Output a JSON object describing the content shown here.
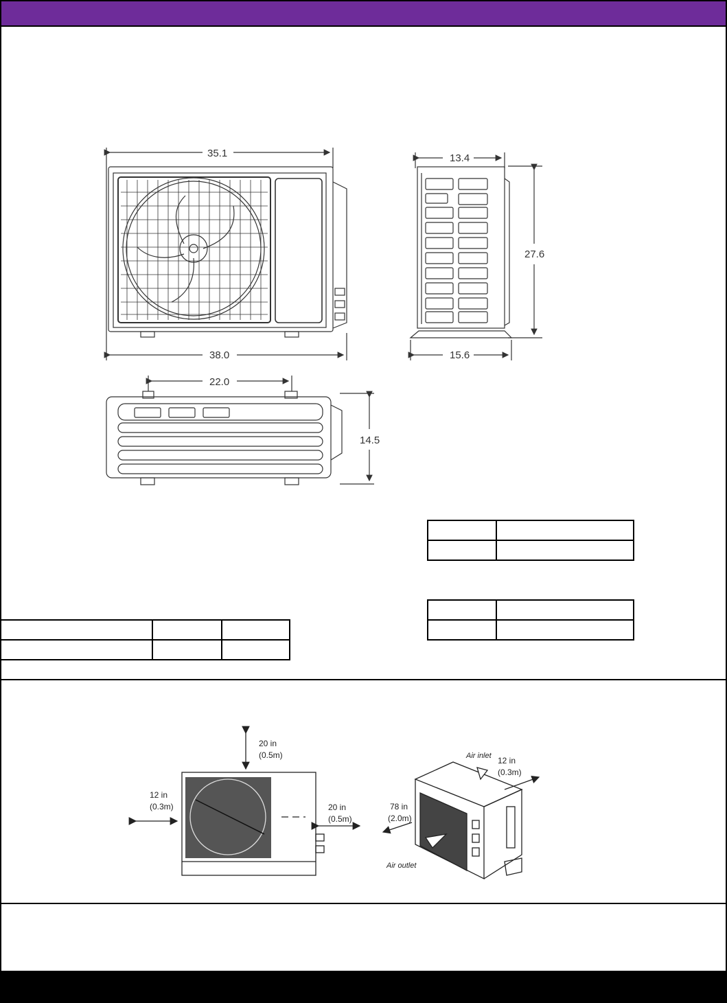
{
  "header": {
    "color": "#6e2c9a"
  },
  "dimension_drawing": {
    "front_top_width": "35.1",
    "front_bottom_width": "38.0",
    "side_top_depth": "13.4",
    "side_height": "27.6",
    "side_bottom_depth": "15.6",
    "top_mount_spacing": "22.0",
    "top_view_depth": "14.5"
  },
  "clearance_drawing": {
    "top_clearance": [
      "20 in",
      "(0.5m)"
    ],
    "left_clearance": [
      "12 in",
      "(0.3m)"
    ],
    "right_clearance": [
      "20 in",
      "(0.5m)"
    ],
    "front_clearance": [
      "78 in",
      "(2.0m)"
    ],
    "rear_clearance": [
      "12 in",
      "(0.3m)"
    ],
    "air_inlet_label": "Air inlet",
    "air_outlet_label": "Air outlet"
  },
  "tables": {
    "left_table": {
      "rows": [
        [
          "",
          "",
          ""
        ],
        [
          "",
          "",
          ""
        ]
      ]
    },
    "right_table_1": {
      "rows": [
        [
          "",
          ""
        ],
        [
          "",
          ""
        ]
      ]
    },
    "right_table_2": {
      "rows": [
        [
          "",
          ""
        ],
        [
          "",
          ""
        ]
      ]
    }
  }
}
